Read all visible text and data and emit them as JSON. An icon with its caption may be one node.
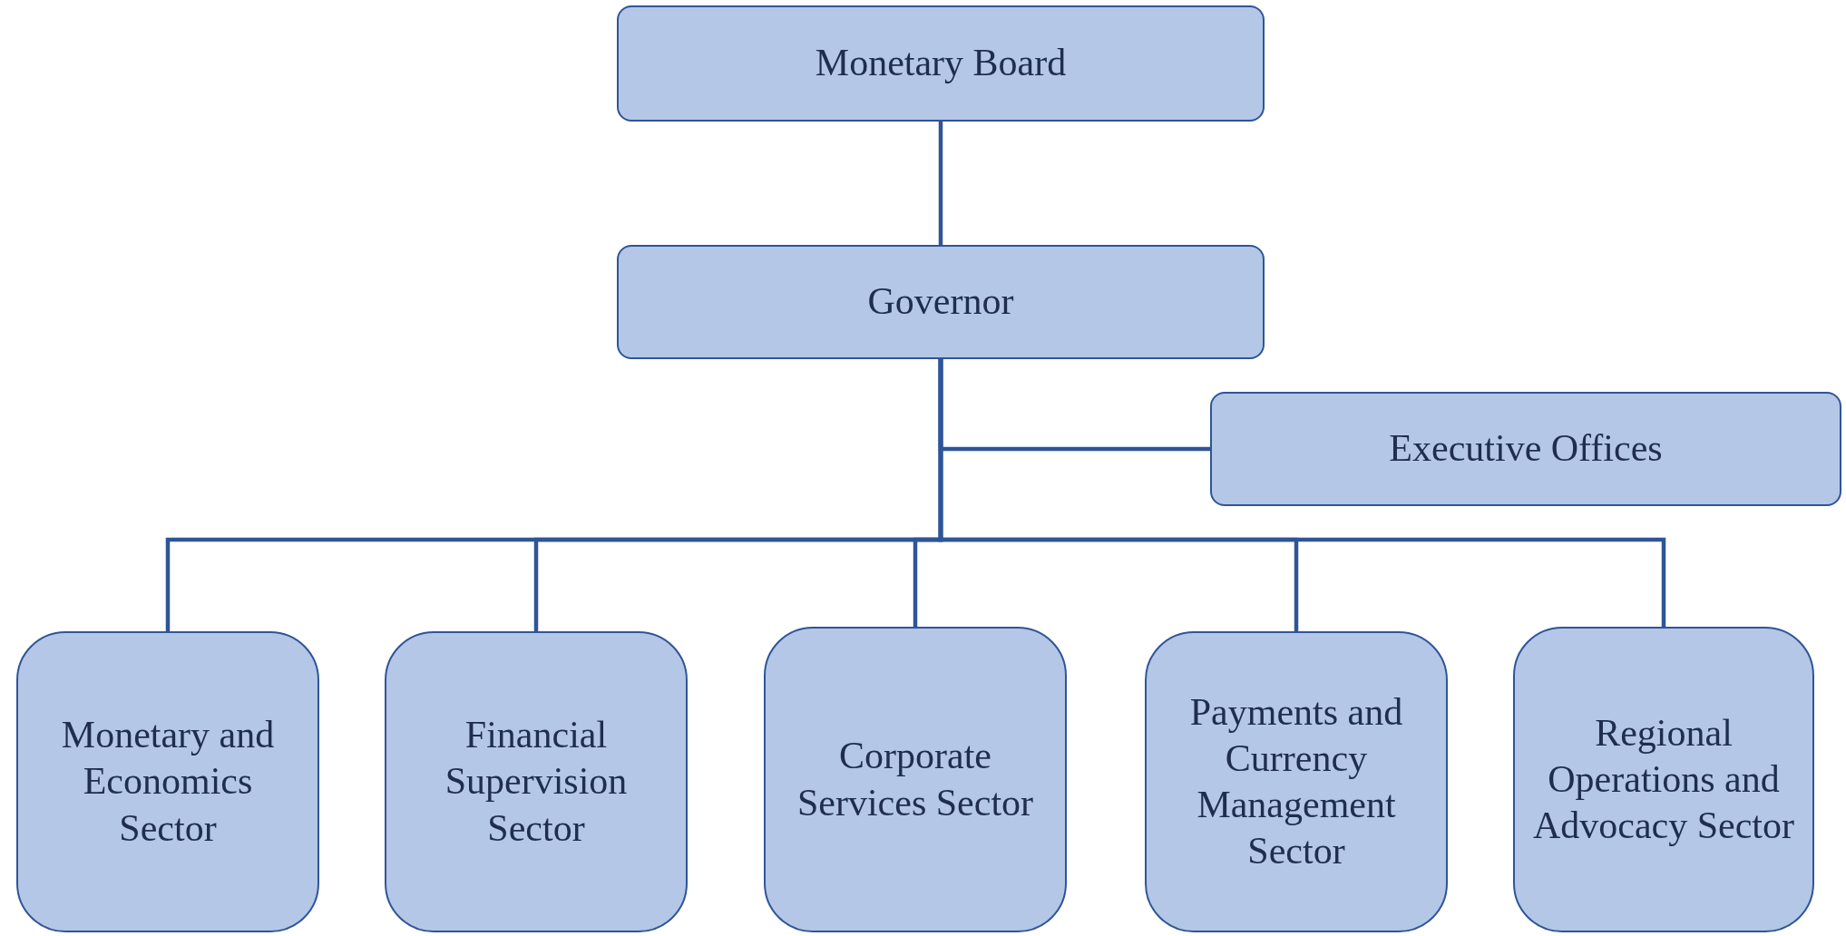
{
  "diagram": {
    "nodes": [
      {
        "text": [
          "Monetary Board"
        ]
      },
      {
        "text": [
          "Governor"
        ]
      },
      {
        "text": [
          "Executive Offices"
        ]
      },
      {
        "text": [
          "Monetary and Economics Sector"
        ]
      },
      {
        "text": [
          "Financial Supervision Sector"
        ]
      },
      {
        "text": [
          "Corporate Services Sector"
        ]
      },
      {
        "text": [
          "Payments and Currency Management Sector"
        ]
      },
      {
        "text": [
          "Regional Operations and Advocacy Sector"
        ]
      }
    ],
    "edges": [
      {
        "from": 0,
        "to": 1,
        "arrow": "none"
      },
      {
        "from": 1,
        "to": 2,
        "arrow": "none"
      },
      {
        "from": 1,
        "to": 3,
        "arrow": "none"
      },
      {
        "from": 1,
        "to": 4,
        "arrow": "none"
      },
      {
        "from": 1,
        "to": 5,
        "arrow": "none"
      },
      {
        "from": 1,
        "to": 6,
        "arrow": "none"
      },
      {
        "from": 1,
        "to": 7,
        "arrow": "none"
      }
    ]
  }
}
